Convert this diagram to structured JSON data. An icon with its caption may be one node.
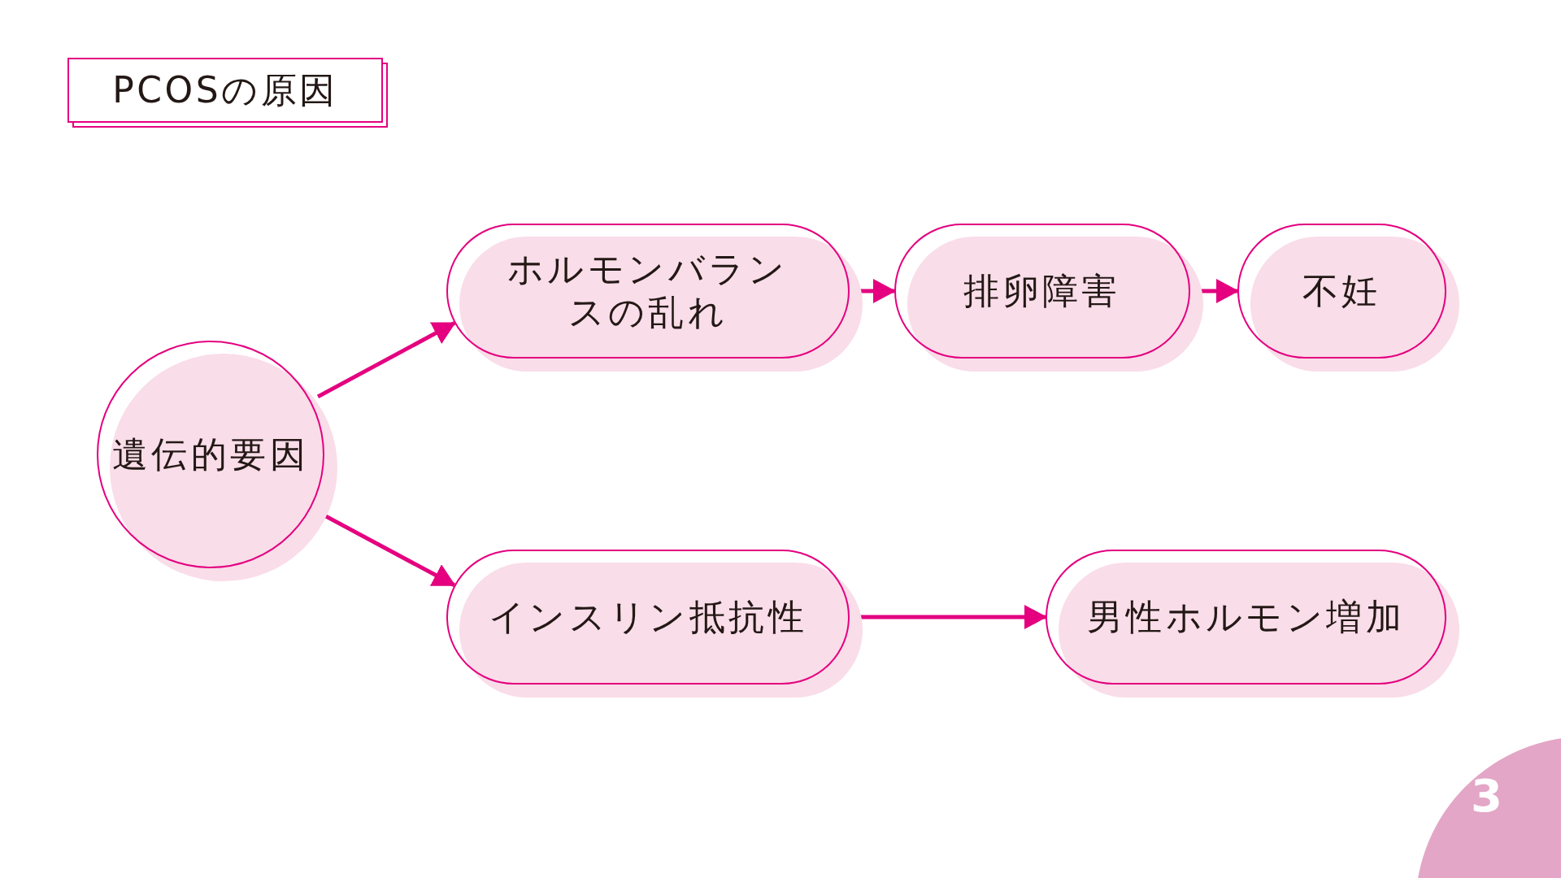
{
  "diagram": {
    "title": "PCOSの原因",
    "nodes": [
      {
        "text": [
          "遺伝的要因"
        ]
      },
      {
        "text": [
          "ホルモンバランスの乱れ"
        ]
      },
      {
        "text": [
          "排卵障害"
        ]
      },
      {
        "text": [
          "不妊"
        ]
      },
      {
        "text": [
          "インスリン抵抗性"
        ]
      },
      {
        "text": [
          "男性ホルモン増加"
        ]
      }
    ],
    "edges": [
      {
        "from": 0,
        "to": 1,
        "arrow": "to"
      },
      {
        "from": 0,
        "to": 4,
        "arrow": "to"
      },
      {
        "from": 1,
        "to": 2,
        "arrow": "to"
      },
      {
        "from": 2,
        "to": 3,
        "arrow": "to"
      },
      {
        "from": 4,
        "to": 5,
        "arrow": "to"
      }
    ],
    "labels": [
      "3"
    ]
  }
}
